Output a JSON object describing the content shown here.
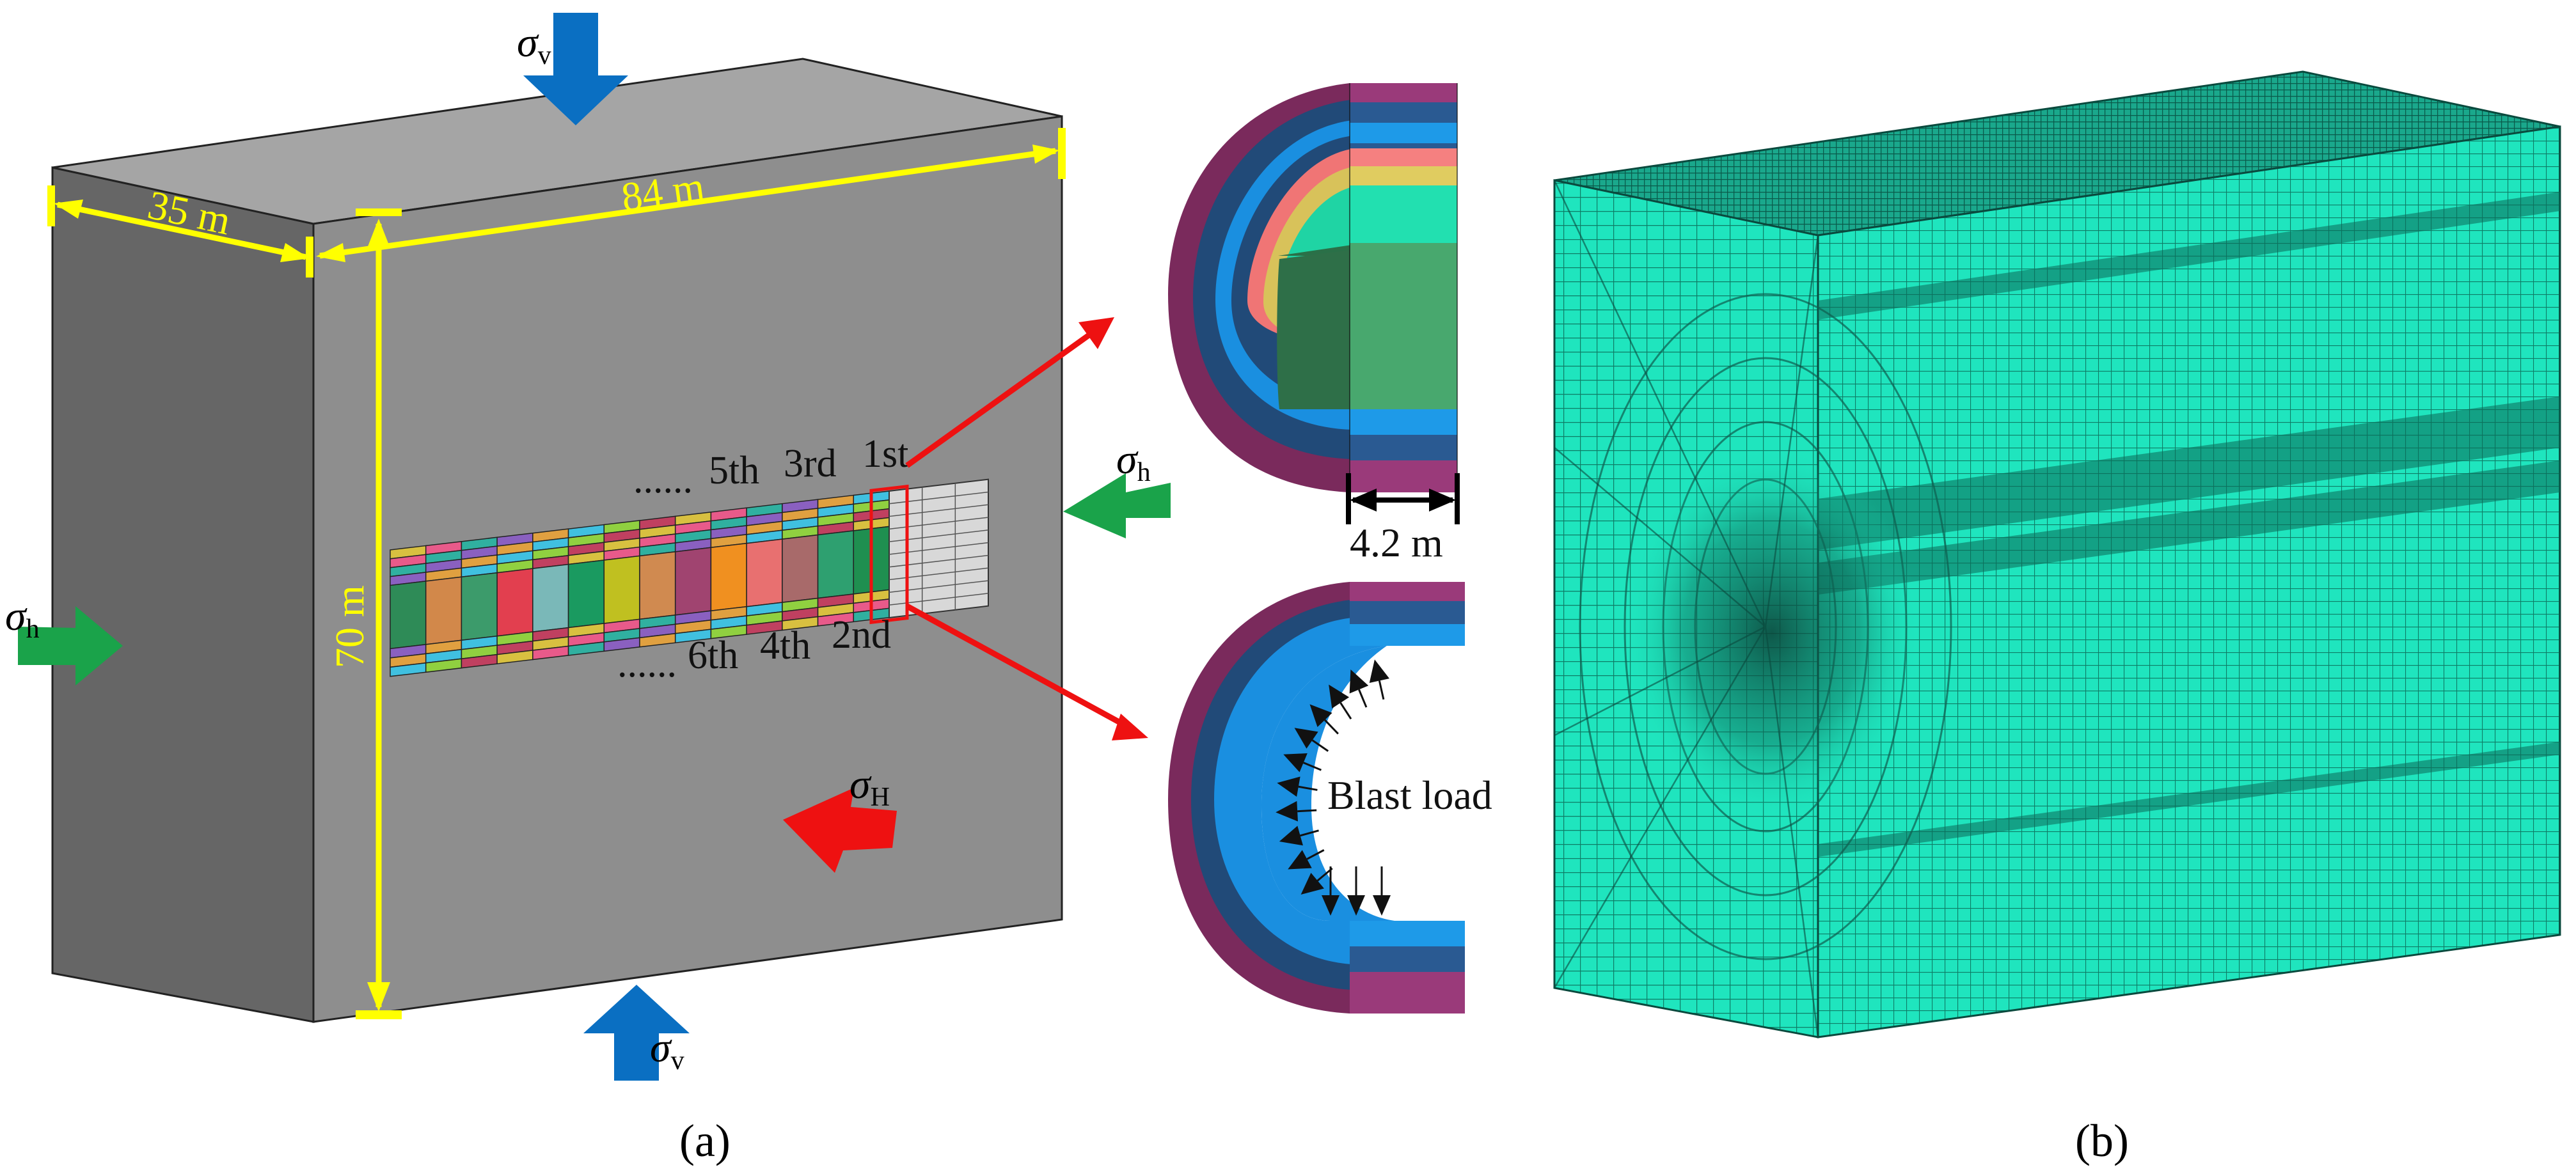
{
  "captions": {
    "a": "(a)",
    "b": "(b)"
  },
  "stresses": {
    "sigma": "σ",
    "v_sub": "v",
    "h_sub": "h",
    "H_sub": "H"
  },
  "dimensions": {
    "depth": "35 m",
    "length": "84 m",
    "height": "70 m",
    "lining_width": "4.2 m"
  },
  "excavation_steps": {
    "top": [
      "......",
      "5th",
      "3rd",
      "1st"
    ],
    "bottom": [
      "......",
      "6th",
      "4th",
      "2nd"
    ]
  },
  "blast_label": "Blast load",
  "colors": {
    "block_front": "#8e8e8e",
    "block_side": "#666666",
    "block_top": "#a3a3a3",
    "yellow_dim": "#ffff00",
    "arrow_blue": "#0a6fc2",
    "arrow_green": "#1aa34a",
    "arrow_red": "#ee1111",
    "mesh": "#1fe5be",
    "mesh_dark": "#158a72",
    "layer_outer": "#7a2a5c",
    "layer_navy": "#214a78",
    "layer_blue": "#1a8fe0",
    "layer_salmon": "#f07575",
    "layer_yellow": "#d8c25a",
    "layer_teal": "#1fd4a4",
    "layer_green": "#48a86e"
  }
}
